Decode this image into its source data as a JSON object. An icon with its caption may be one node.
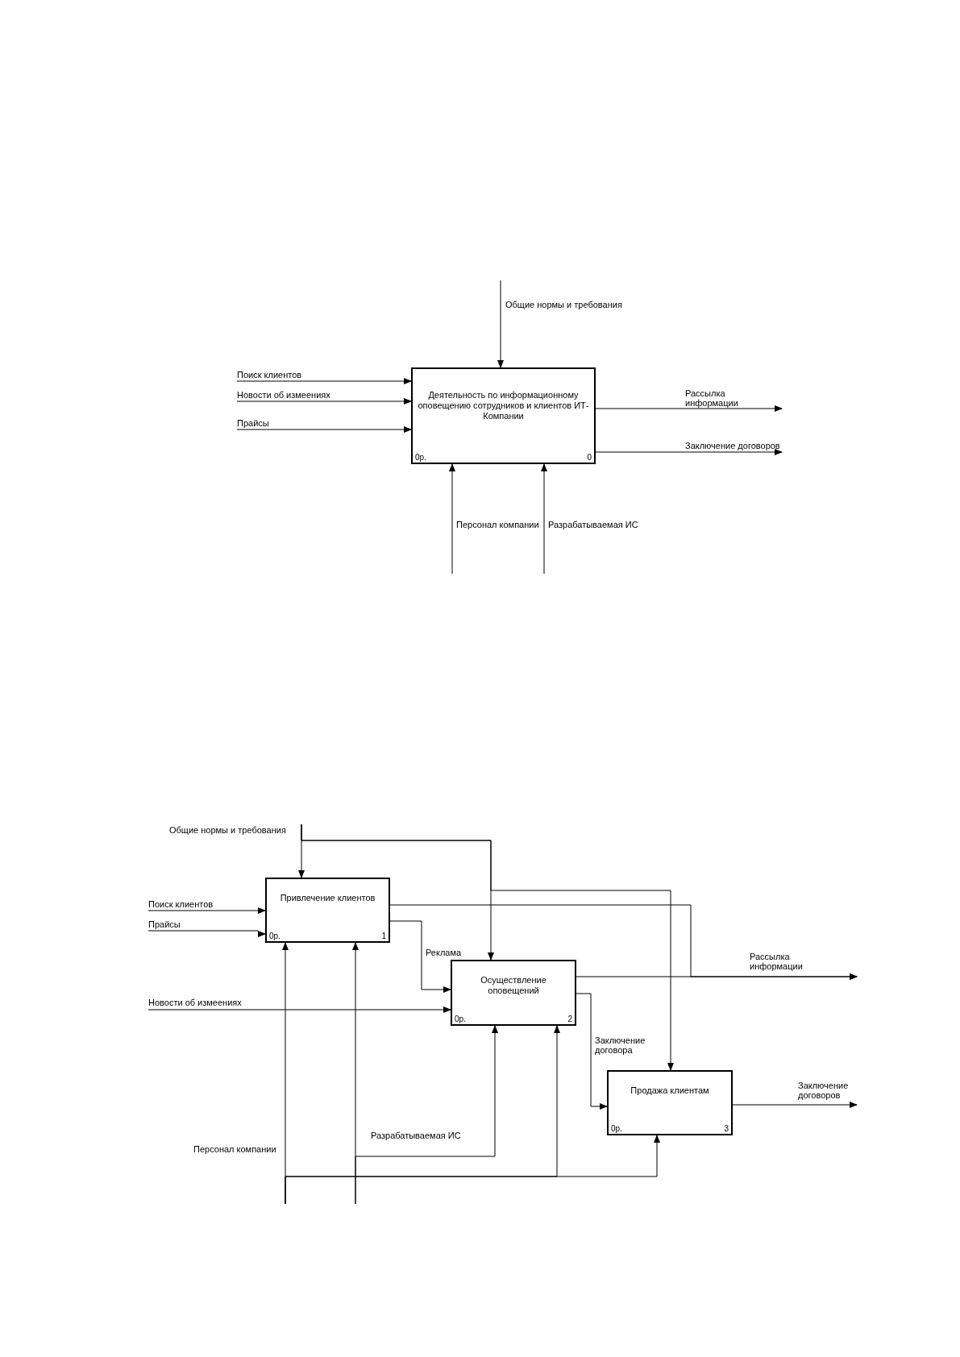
{
  "diagram": {
    "nodes": [
      {
        "text": [
          "Деятельность по информационному оповещению сотрудников и клиентов ИТ-Компании",
          "0р.",
          "0"
        ]
      },
      {
        "text": [
          "Привлечение клиентов",
          "0р.",
          "1"
        ]
      },
      {
        "text": [
          "Осуществление оповещений",
          "0р.",
          "2"
        ]
      },
      {
        "text": [
          "Продажа клиентам",
          "0р.",
          "3"
        ]
      }
    ],
    "edges": [
      {
        "from": null,
        "to": 0,
        "arrow": "to",
        "label": "Общие нормы и требования"
      },
      {
        "from": null,
        "to": 0,
        "arrow": "to",
        "label": "Поиск клиентов"
      },
      {
        "from": null,
        "to": 0,
        "arrow": "to",
        "label": "Новости об измеениях"
      },
      {
        "from": null,
        "to": 0,
        "arrow": "to",
        "label": "Прайсы"
      },
      {
        "from": 0,
        "to": null,
        "arrow": "to",
        "label": "Рассылка информации"
      },
      {
        "from": 0,
        "to": null,
        "arrow": "to",
        "label": "Заключение договоров"
      },
      {
        "from": null,
        "to": 0,
        "arrow": "to",
        "label": "Персонал компании"
      },
      {
        "from": null,
        "to": 0,
        "arrow": "to",
        "label": "Разрабатываемая ИС"
      },
      {
        "from": null,
        "to": 1,
        "arrow": "to",
        "label": "Общие нормы и требования"
      },
      {
        "from": null,
        "to": 2,
        "arrow": "to"
      },
      {
        "from": null,
        "to": 3,
        "arrow": "to"
      },
      {
        "from": null,
        "to": 1,
        "arrow": "to",
        "label": "Поиск клиентов"
      },
      {
        "from": null,
        "to": 1,
        "arrow": "to",
        "label": "Прайсы"
      },
      {
        "from": 1,
        "to": 2,
        "arrow": "to",
        "label": "Реклама"
      },
      {
        "from": null,
        "to": 2,
        "arrow": "to",
        "label": "Новости об измеениях"
      },
      {
        "from": null,
        "to": 1,
        "arrow": "to",
        "label": "Персонал компании"
      },
      {
        "from": null,
        "to": 2,
        "arrow": "to"
      },
      {
        "from": null,
        "to": 3,
        "arrow": "to"
      },
      {
        "from": null,
        "to": 1,
        "arrow": "to",
        "label": "Разрабатываемая ИС"
      },
      {
        "from": null,
        "to": 2,
        "arrow": "to"
      },
      {
        "from": 1,
        "to": null,
        "arrow": "to"
      },
      {
        "from": 2,
        "to": null,
        "arrow": "to",
        "label": "Рассылка информации"
      },
      {
        "from": 2,
        "to": 3,
        "arrow": "to",
        "label": "Заключение договора"
      },
      {
        "from": 3,
        "to": null,
        "arrow": "to",
        "label": "Заключение договоров"
      }
    ]
  }
}
